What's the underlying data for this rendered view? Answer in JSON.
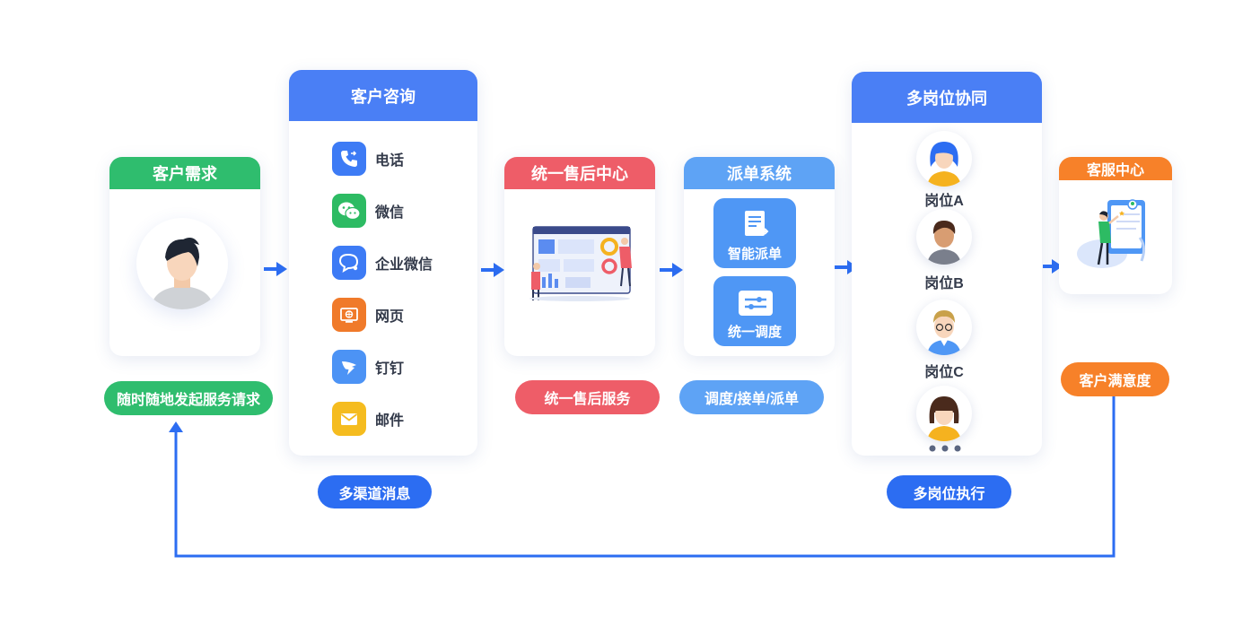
{
  "nodes": {
    "need": {
      "title": "客户需求",
      "caption": "随时随地发起服务请求"
    },
    "consult": {
      "title": "客户咨询",
      "caption": "多渠道消息",
      "channels": [
        {
          "label": "电话",
          "icon": "phone-icon",
          "color": "#3d7bf5"
        },
        {
          "label": "微信",
          "icon": "wechat-icon",
          "color": "#2dbb63"
        },
        {
          "label": "企业微信",
          "icon": "wecom-icon",
          "color": "#3d7bf5"
        },
        {
          "label": "网页",
          "icon": "webpage-icon",
          "color": "#f07a2a"
        },
        {
          "label": "钉钉",
          "icon": "dingtalk-icon",
          "color": "#4c93f5"
        },
        {
          "label": "邮件",
          "icon": "mail-icon",
          "color": "#f5bc1f"
        }
      ]
    },
    "aftersales": {
      "title": "统一售后中心",
      "caption": "统一售后服务"
    },
    "dispatch": {
      "title": "派单系统",
      "caption": "调度/接单/派单",
      "items": [
        "智能派单",
        "统一调度"
      ]
    },
    "roles": {
      "title": "多岗位协同",
      "caption": "多岗位执行",
      "items": [
        "岗位A",
        "岗位B",
        "岗位C"
      ]
    },
    "service": {
      "title": "客服中心",
      "caption": "客户满意度"
    }
  },
  "colors": {
    "green": "#2fbd6e",
    "blue": "#4a7ff5",
    "red": "#ee5d68",
    "lightblue": "#5ea3f5",
    "orange": "#f78129",
    "arrow": "#2c6df2"
  }
}
